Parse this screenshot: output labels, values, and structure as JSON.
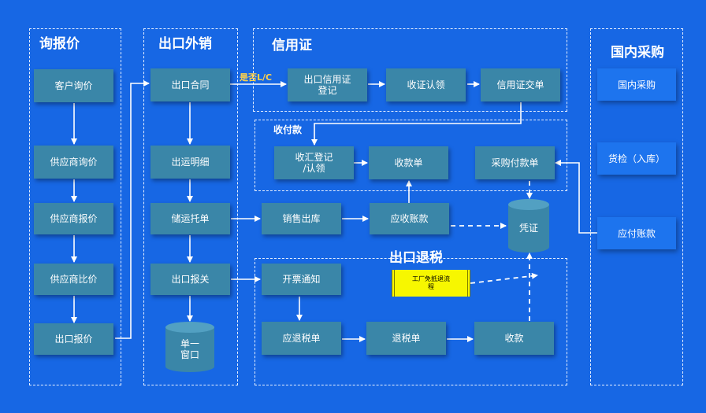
{
  "regions": {
    "inquiry": "询报价",
    "export_sales": "出口外销",
    "letter_of_credit": "信用证",
    "payment_collection": "收付款",
    "tax_refund": "出口退税",
    "domestic_purchase": "国内采购"
  },
  "nodes": {
    "customer_inquiry": "客户询价",
    "supplier_inquiry": "供应商询价",
    "supplier_quote": "供应商报价",
    "supplier_compare": "供应商比价",
    "export_quote": "出口报价",
    "export_contract": "出口合同",
    "shipping_detail": "出运明细",
    "storage_booking": "储运托单",
    "customs_declaration": "出口报关",
    "single_window_line1": "单一",
    "single_window_line2": "窗口",
    "lc_registration_line1": "出口信用证",
    "lc_registration_line2": "登记",
    "lc_claim": "收证认领",
    "lc_submission": "信用证交单",
    "remittance_line1": "收汇登记",
    "remittance_line2": "/认领",
    "receipt": "收款单",
    "purchase_payment": "采购付款单",
    "sales_outbound": "销售出库",
    "receivables": "应收账款",
    "voucher": "凭证",
    "invoice_notice": "开票通知",
    "factory_exempt_line1": "工厂免抵退流",
    "factory_exempt_line2": "程",
    "refundable_tax": "应退税单",
    "tax_refund_slip": "退税单",
    "tax_collection": "收款",
    "domestic_purchase": "国内采购",
    "inspection": "货检（入库）",
    "payables": "应付账款"
  },
  "edge_labels": {
    "is_lc": "是否L/C"
  },
  "colors": {
    "background": "#1767e4",
    "process_box": "#3a86a8",
    "purchase_box": "#1d74ee",
    "highlight": "#f7f700",
    "edge_label": "#ffd24a"
  }
}
